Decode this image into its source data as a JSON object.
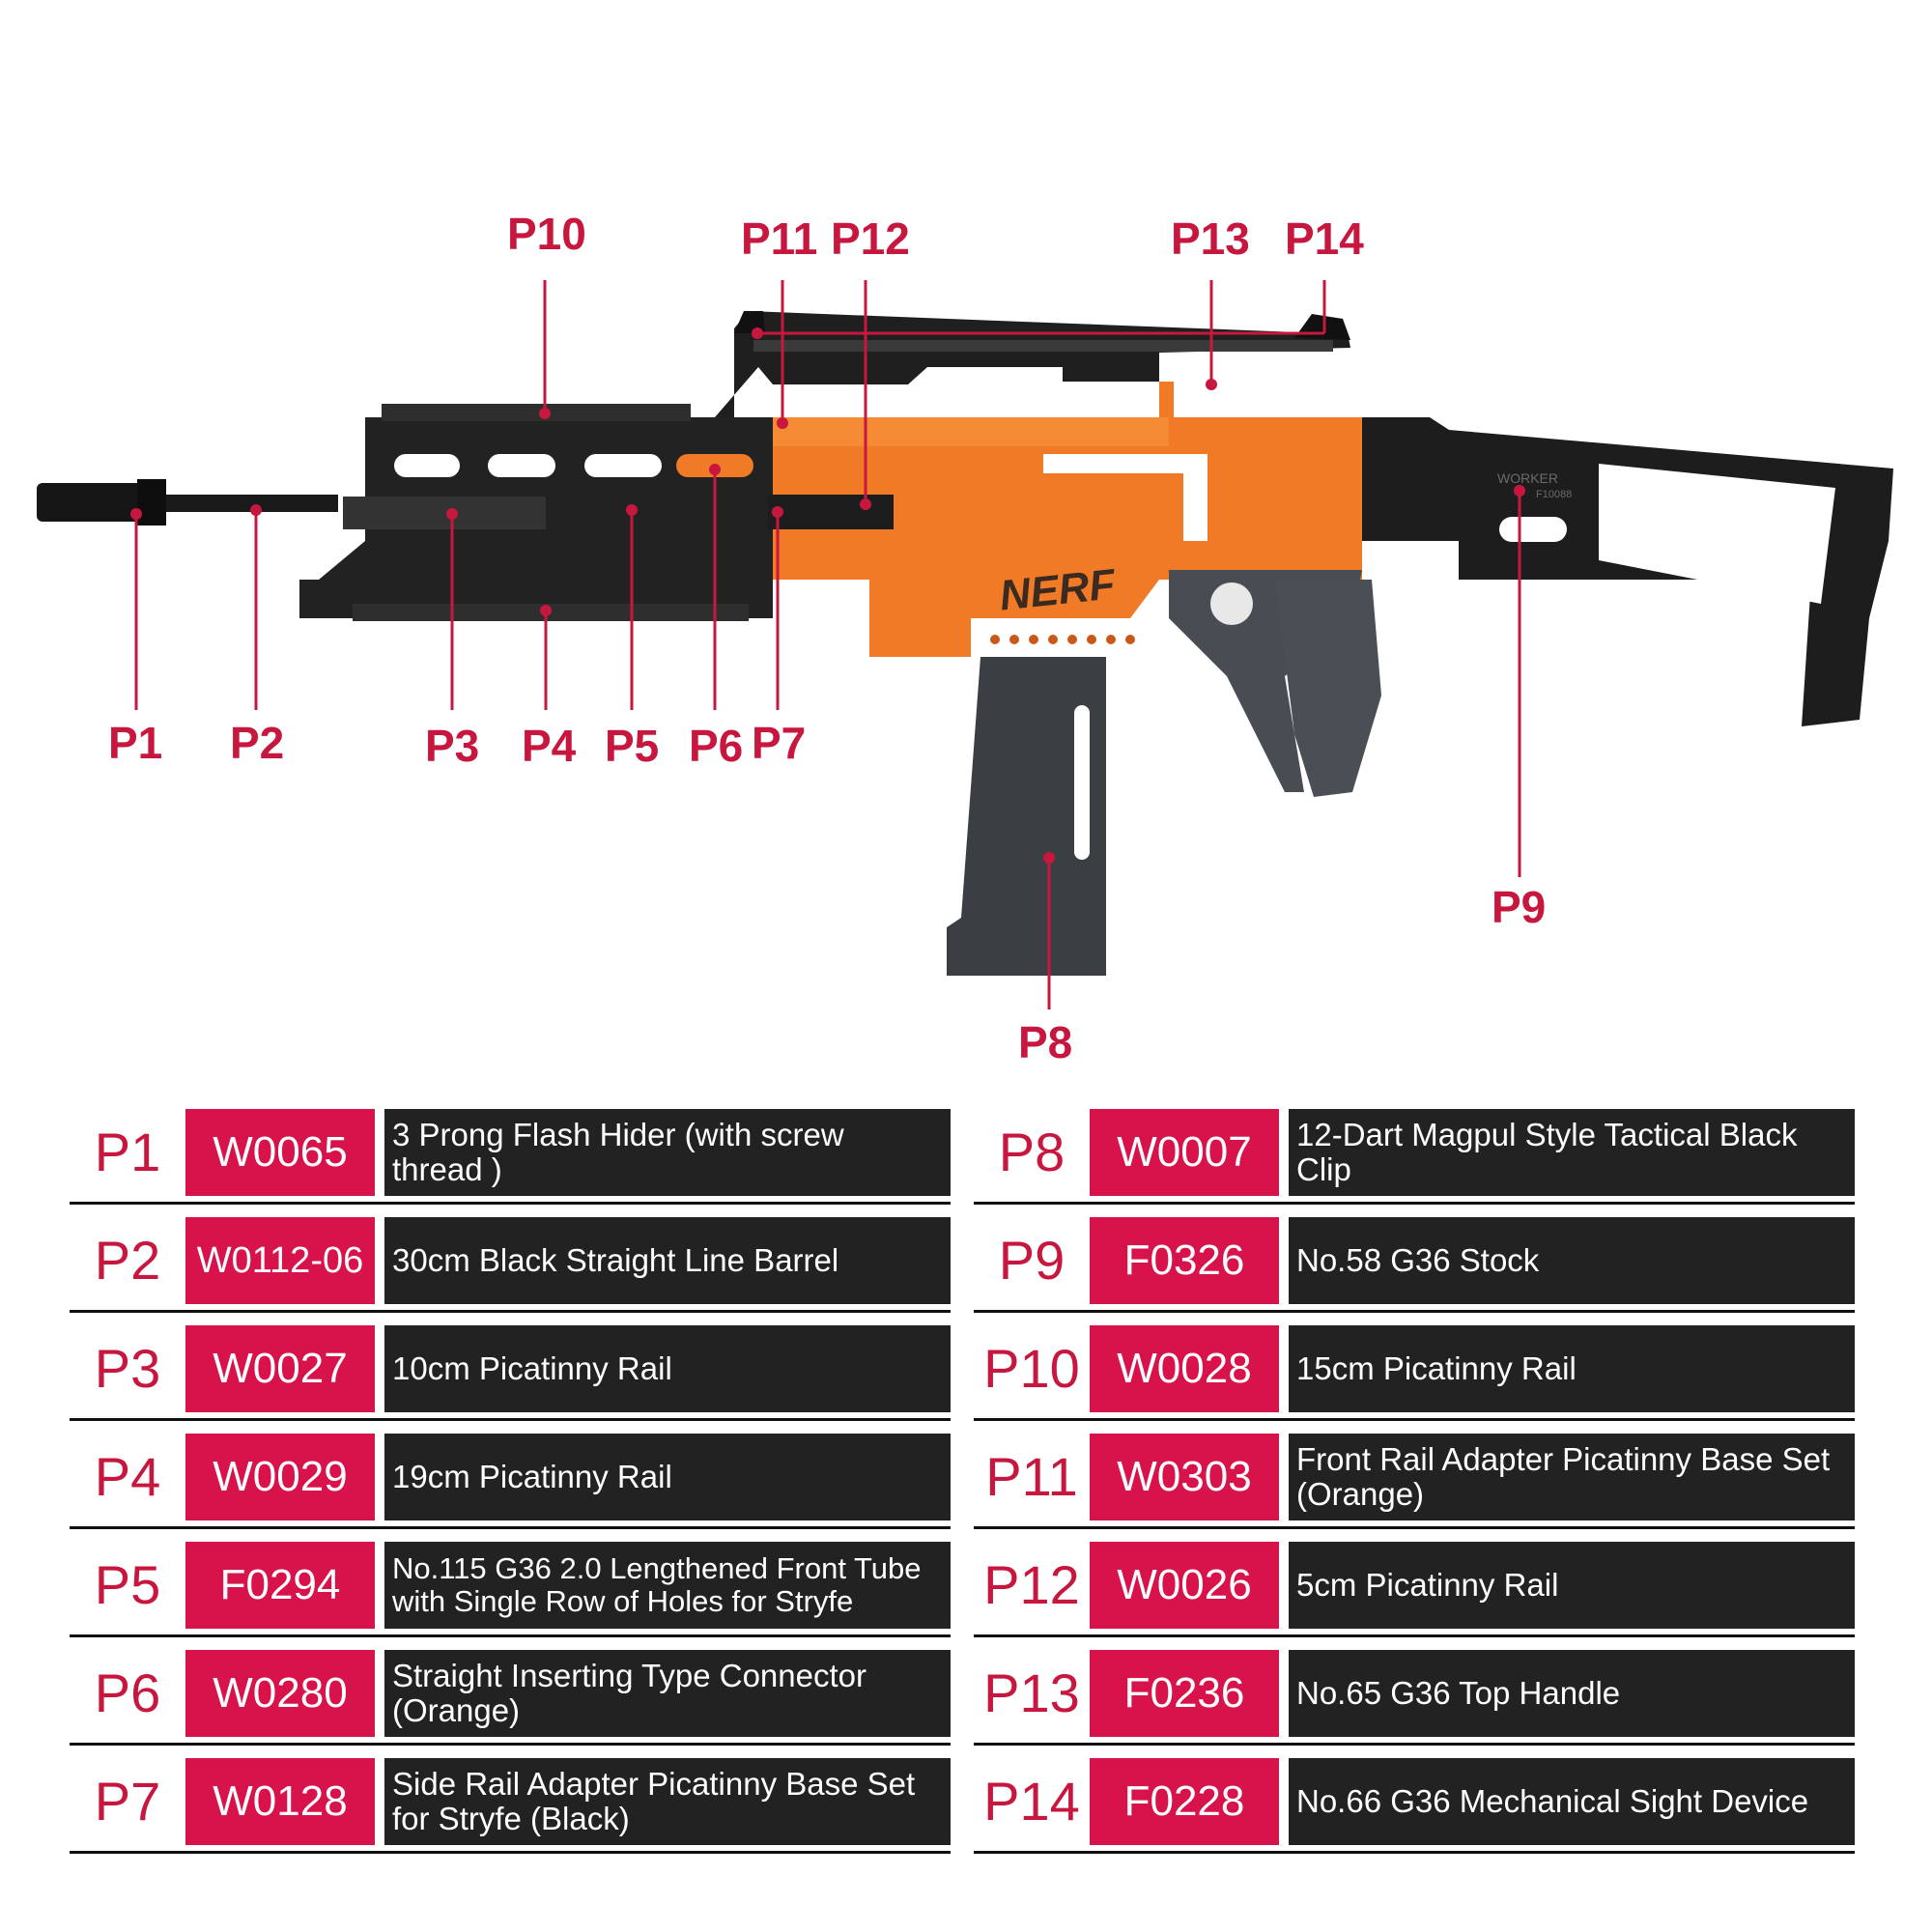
{
  "callouts": [
    {
      "id": "P1",
      "label": "P1"
    },
    {
      "id": "P2",
      "label": "P2"
    },
    {
      "id": "P3",
      "label": "P3"
    },
    {
      "id": "P4",
      "label": "P4"
    },
    {
      "id": "P5",
      "label": "P5"
    },
    {
      "id": "P6",
      "label": "P6"
    },
    {
      "id": "P7",
      "label": "P7"
    },
    {
      "id": "P8",
      "label": "P8"
    },
    {
      "id": "P9",
      "label": "P9"
    },
    {
      "id": "P10",
      "label": "P10"
    },
    {
      "id": "P11",
      "label": "P11"
    },
    {
      "id": "P12",
      "label": "P12"
    },
    {
      "id": "P13",
      "label": "P13"
    },
    {
      "id": "P14",
      "label": "P14"
    }
  ],
  "gun_markings": {
    "nerf_logo": "NERF",
    "stock_brand": "WORKER",
    "stock_code": "F10088"
  },
  "colors": {
    "accent": "#d8134c",
    "label": "#c8173f",
    "orange": "#f07a25",
    "black": "#222222"
  },
  "parts_left": [
    {
      "p": "P1",
      "code": "W0065",
      "desc": "3 Prong Flash Hider  (with screw  thread )"
    },
    {
      "p": "P2",
      "code": "W0112-06",
      "desc": "30cm Black Straight Line Barrel"
    },
    {
      "p": "P3",
      "code": "W0027",
      "desc": "10cm Picatinny Rail"
    },
    {
      "p": "P4",
      "code": "W0029",
      "desc": "19cm Picatinny Rail"
    },
    {
      "p": "P5",
      "code": "F0294",
      "desc": "No.115 G36 2.0 Lengthened Front Tube with Single Row of Holes for  Stryfe"
    },
    {
      "p": "P6",
      "code": "W0280",
      "desc": "Straight Inserting Type Connector (Orange)"
    },
    {
      "p": "P7",
      "code": "W0128",
      "desc": "Side  Rail Adapter Picatinny Base Set for  Stryfe (Black)"
    }
  ],
  "parts_right": [
    {
      "p": "P8",
      "code": "W0007",
      "desc": "12-Dart Magpul Style Tactical Black Clip"
    },
    {
      "p": "P9",
      "code": "F0326",
      "desc": "No.58 G36 Stock"
    },
    {
      "p": "P10",
      "code": "W0028",
      "desc": "15cm Picatinny Rail"
    },
    {
      "p": "P11",
      "code": "W0303",
      "desc": "Front Rail Adapter Picatinny Base Set  (Orange)"
    },
    {
      "p": "P12",
      "code": "W0026",
      "desc": "5cm Picatinny Rail"
    },
    {
      "p": "P13",
      "code": "F0236",
      "desc": "No.65 G36 Top Handle"
    },
    {
      "p": "P14",
      "code": "F0228",
      "desc": "No.66 G36 Mechanical Sight Device"
    }
  ]
}
